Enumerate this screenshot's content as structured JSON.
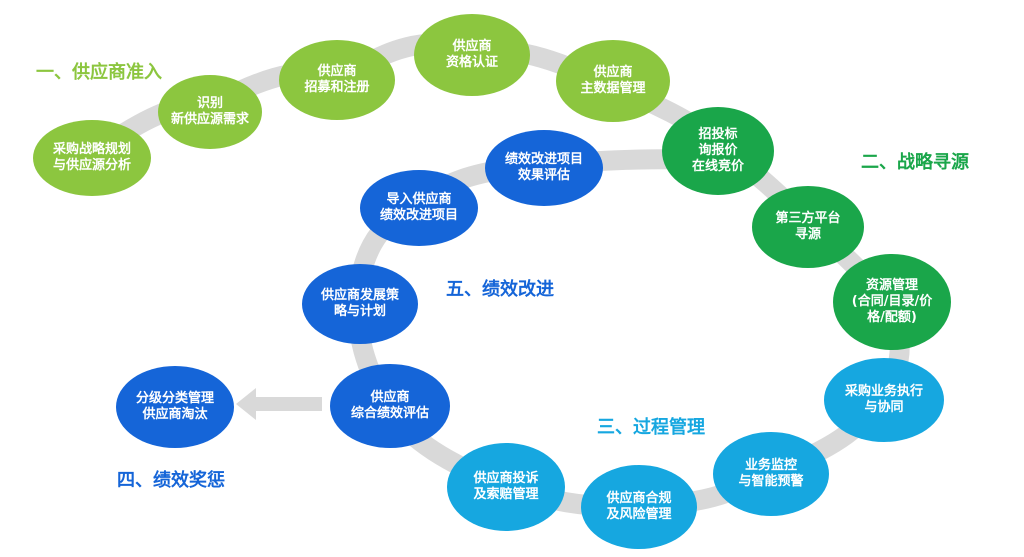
{
  "sections": {
    "s1": "一、供应商准入",
    "s2": "二、战略寻源",
    "s3": "三、过程管理",
    "s4": "四、绩效奖惩",
    "s5": "五、绩效改进"
  },
  "colors": {
    "light_green": "#8cc63f",
    "dark_green": "#1aa64a",
    "sky_blue": "#16a7e0",
    "dark_blue": "#1565d8",
    "track": "#d9d9d9"
  },
  "nodes": {
    "n1": "采购战略规划\n与供应源分析",
    "n2": "识别\n新供应源需求",
    "n3": "供应商\n招募和注册",
    "n4": "供应商\n资格认证",
    "n5": "供应商\n主数据管理",
    "n6": "招投标\n询报价\n在线竞价",
    "n7": "第三方平台\n寻源",
    "n8": "资源管理\n(合同/目录/价\n格/配额)",
    "n9": "采购业务执行\n与协同",
    "n10": "业务监控\n与智能预警",
    "n11": "供应商合规\n及风险管理",
    "n12": "供应商投诉\n及索赔管理",
    "n13": "供应商\n综合绩效评估",
    "n14": "供应商发展策\n略与计划",
    "n15": "导入供应商\n绩效改进项目",
    "n16": "绩效改进项目\n效果评估",
    "n17": "分级分类管理\n供应商淘汰"
  }
}
